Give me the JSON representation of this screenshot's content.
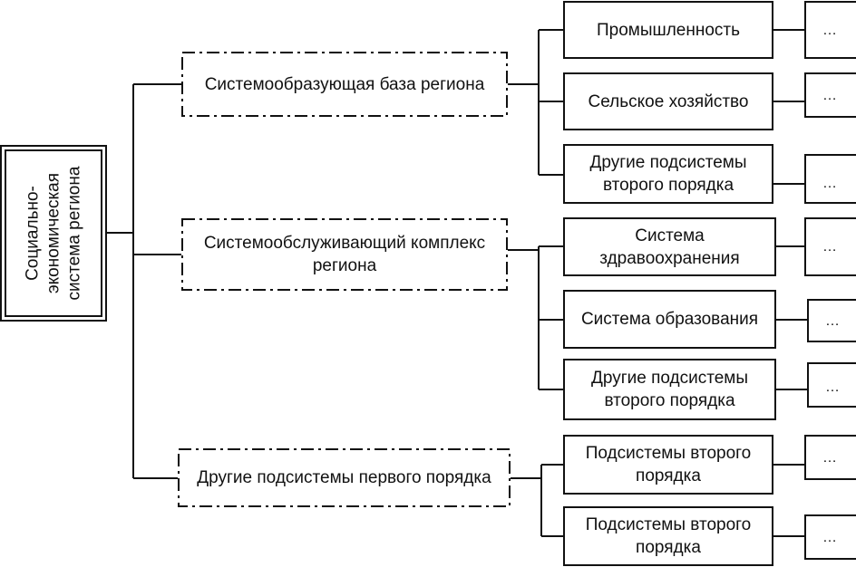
{
  "root": {
    "lines": [
      "Социально-",
      "экономическая",
      "система региона"
    ]
  },
  "level1": [
    {
      "text": "Системообразующая база региона"
    },
    {
      "text": "Системообслуживающий комплекс региона"
    },
    {
      "text": "Другие подсистемы первого порядка"
    }
  ],
  "level2": [
    {
      "text": "Промышленность"
    },
    {
      "text": "Сельское хозяйство"
    },
    {
      "text": "Другие подсистемы второго порядка"
    },
    {
      "text": "Система здравоохранения"
    },
    {
      "text": "Система образования"
    },
    {
      "text": "Другие подсистемы второго порядка"
    },
    {
      "text": "Подсистемы второго порядка"
    },
    {
      "text": "Подсистемы второго порядка"
    }
  ],
  "level3": {
    "ellipsis": "…"
  }
}
